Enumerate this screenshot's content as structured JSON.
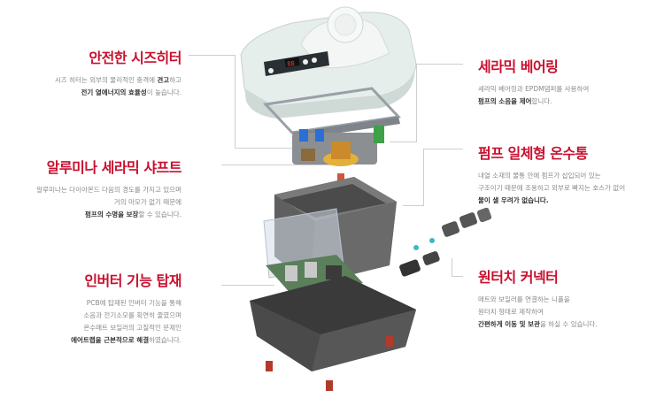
{
  "features": {
    "seeds_heater": {
      "title": "안전한 시즈히터",
      "lines": [
        [
          {
            "t": "시즈 히터는 외부의 물리적인 충격에 "
          },
          {
            "t": "견고",
            "b": true
          },
          {
            "t": "하고"
          }
        ],
        [
          {
            "t": "전기 열에너지의 효율성",
            "b": true
          },
          {
            "t": "이 높습니다."
          }
        ]
      ]
    },
    "alumina_shaft": {
      "title": "알루미나 세라믹 샤프트",
      "lines": [
        [
          {
            "t": "알루미나는 다이아몬드 다음의 경도를 가지고 있으며"
          }
        ],
        [
          {
            "t": "거의 마모가 없기 때문에"
          }
        ],
        [
          {
            "t": "펌프의 수명을 보장",
            "b": true
          },
          {
            "t": "할 수 있습니다."
          }
        ]
      ]
    },
    "inverter": {
      "title": "인버터 기능 탑재",
      "lines": [
        [
          {
            "t": "PCB에 탑재된 인버터 기능을 통해"
          }
        ],
        [
          {
            "t": "소음과 전기소모를 획연히 줄였으며"
          }
        ],
        [
          {
            "t": "온수매트 보일러의 고질적인 문제인"
          }
        ],
        [
          {
            "t": "에어트랩을 근본적으로 해결",
            "b": true
          },
          {
            "t": "하였습니다."
          }
        ]
      ]
    },
    "ceramic_bearing": {
      "title": "세라믹 베어링",
      "lines": [
        [
          {
            "t": "세라믹 베어링과 EPDM댐퍼를 사용하여"
          }
        ],
        [
          {
            "t": "펌프의 소음을 제어",
            "b": true
          },
          {
            "t": "합니다."
          }
        ]
      ]
    },
    "pump_tank": {
      "title": "펌프 일체형 온수통",
      "lines": [
        [
          {
            "t": "내열 소재의 물통 안에 펌프가 삽입되어 있는"
          }
        ],
        [
          {
            "t": "구조이기 때문에 조용하고 외부로 빠지는 호스가 없어"
          }
        ],
        [
          {
            "t": "물이 샐 우려가 없습니다.",
            "b": true
          }
        ]
      ]
    },
    "one_touch": {
      "title": "원터치 커넥터",
      "lines": [
        [
          {
            "t": "매트와 보일러를 연결하는 니플을"
          }
        ],
        [
          {
            "t": "원터치 형태로 제작하여"
          }
        ],
        [
          {
            "t": "간편하게 이동 및 보관",
            "b": true
          },
          {
            "t": "을 하실 수 있습니다."
          }
        ]
      ]
    }
  },
  "colors": {
    "accent": "#c8102e",
    "body_text": "#8a8a8a",
    "bold_text": "#333333"
  },
  "device": {
    "panel_digits": "88"
  }
}
